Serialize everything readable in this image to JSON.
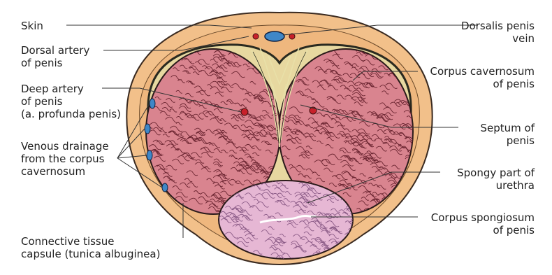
{
  "labels_left": [
    {
      "id": "skin",
      "lines": [
        "Skin"
      ]
    },
    {
      "id": "dorsal-artery",
      "lines": [
        "Dorsal artery",
        "of penis"
      ]
    },
    {
      "id": "deep-artery",
      "lines": [
        "Deep artery",
        "of penis",
        "(a. profunda penis)"
      ]
    },
    {
      "id": "venous-drainage",
      "lines": [
        "Venous drainage",
        "from the corpus",
        "cavernosum"
      ]
    },
    {
      "id": "connective-tissue",
      "lines": [
        "Connective tissue",
        "capsule (tunica albuginea)"
      ]
    }
  ],
  "labels_right": [
    {
      "id": "dorsalis-vein",
      "lines": [
        "Dorsalis penis",
        "vein"
      ]
    },
    {
      "id": "corpus-cavernosum",
      "lines": [
        "Corpus cavernosum",
        "of penis"
      ]
    },
    {
      "id": "septum",
      "lines": [
        "Septum of",
        "penis"
      ]
    },
    {
      "id": "spongy-urethra",
      "lines": [
        "Spongy part of",
        "urethra"
      ]
    },
    {
      "id": "corpus-spongiosum",
      "lines": [
        "Corpus spongiosum",
        "of penis"
      ]
    }
  ],
  "colors": {
    "skin_fill": "#f2c08a",
    "skin_outline": "#3a2a20",
    "cavernosum_fill": "#d9848f",
    "cavernosum_texture": "#6a2430",
    "spongiosum_fill": "#e6b7d4",
    "spongiosum_texture": "#8a5a86",
    "septum_fiber": "#e8e0a8",
    "vein_fill": "#3f87c7",
    "artery_fill": "#c8202a",
    "leader_line": "#333333"
  }
}
